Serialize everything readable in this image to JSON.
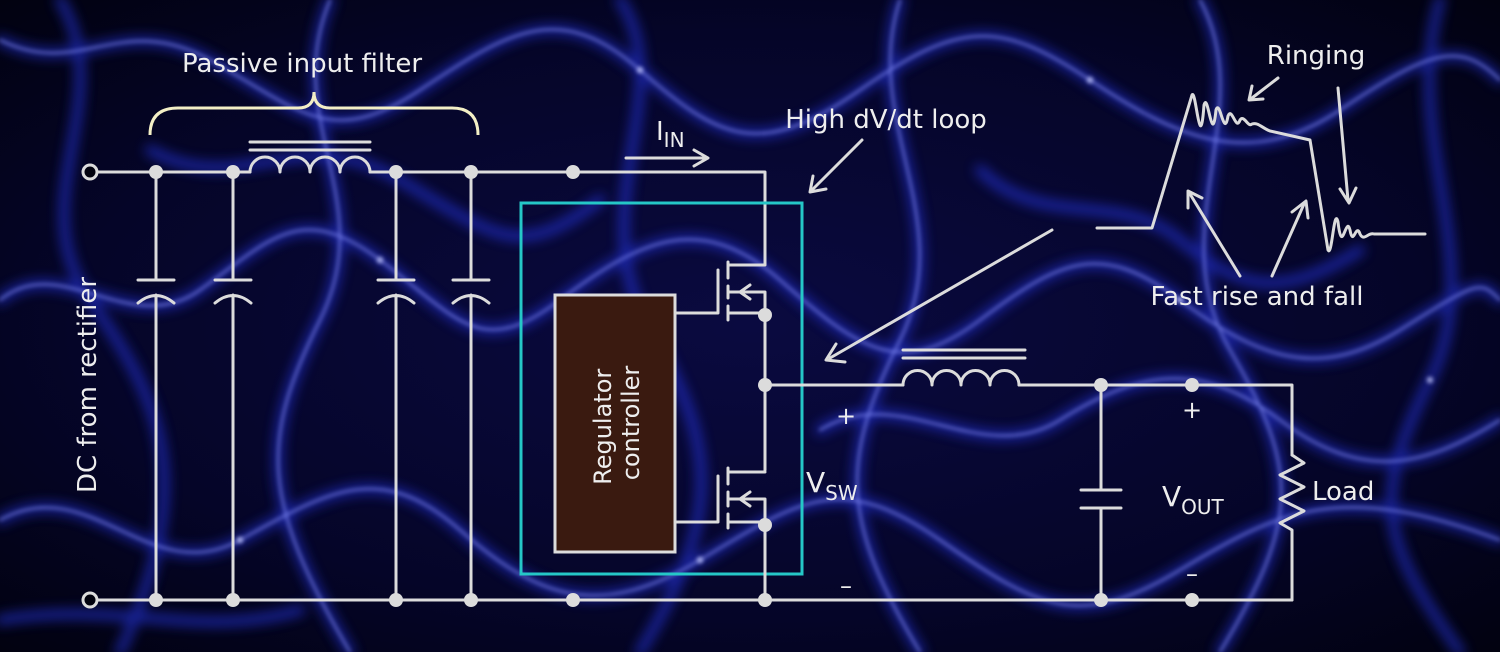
{
  "labels": {
    "filter": "Passive input filter",
    "iin_main": "I",
    "iin_sub": "IN",
    "loop": "High dV/dt loop",
    "ringing": "Ringing",
    "rise_fall": "Fast rise and fall",
    "dc_source": "DC from rectifier",
    "controller_line1": "Regulator",
    "controller_line2": "controller",
    "vsw_main": "V",
    "vsw_sub": "SW",
    "vout_main": "V",
    "vout_sub": "OUT",
    "load": "Load",
    "plus": "+",
    "minus": "–"
  },
  "colors": {
    "background": "#02020e",
    "plasma": "#3a4bff",
    "wire": "#dcdcdc",
    "loop_box": "#25c7c7",
    "controller_fill": "#3a1a10"
  }
}
